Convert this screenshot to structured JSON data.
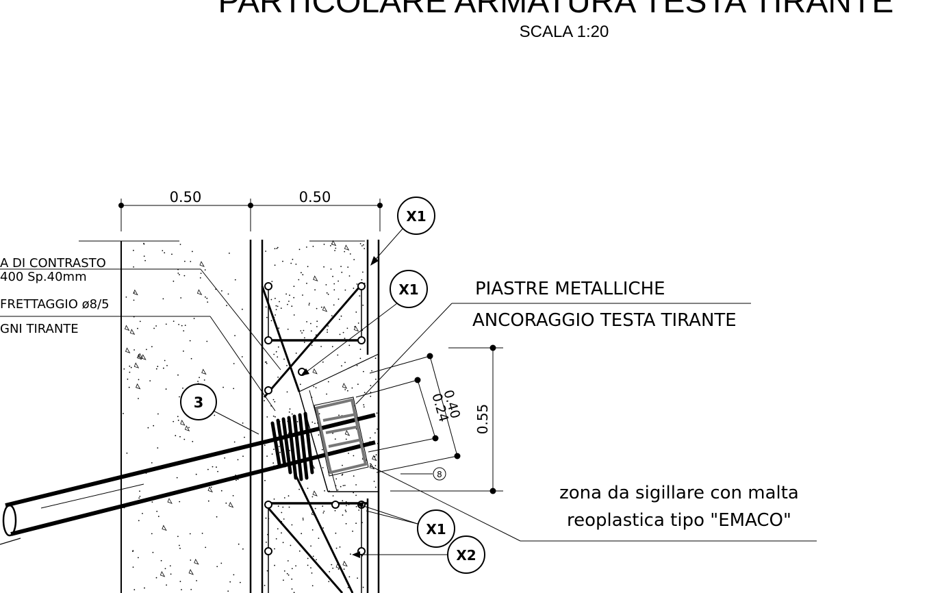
{
  "title": "PARTICOLARE ARMATURA TESTA TIRANTE",
  "scale": "SCALA 1:20",
  "dimensions": {
    "width_left": "0.50",
    "width_right": "0.50",
    "plate_large": "0.40",
    "plate_small": "0.24",
    "anchor_zone": "0.55"
  },
  "left_labels": {
    "contrast_plate_1": "A DI CONTRASTO",
    "contrast_plate_2": "400 Sp.40mm",
    "hooping": "FRETTAGGIO ø8/5",
    "per_tie": "GNI TIRANTE"
  },
  "right_labels": {
    "plates_1": "PIASTRE METALLICHE",
    "plates_2": "ANCORAGGIO TESTA TIRANTE",
    "seal_1": "zona da sigillare con malta",
    "seal_2": "reoplastica tipo \"EMACO\""
  },
  "callouts": {
    "x1_top": "X1",
    "x1_mid": "X1",
    "x1_bottom": "X1",
    "x2_bottom": "X2",
    "mark_3": "3",
    "mark_8": "8"
  }
}
